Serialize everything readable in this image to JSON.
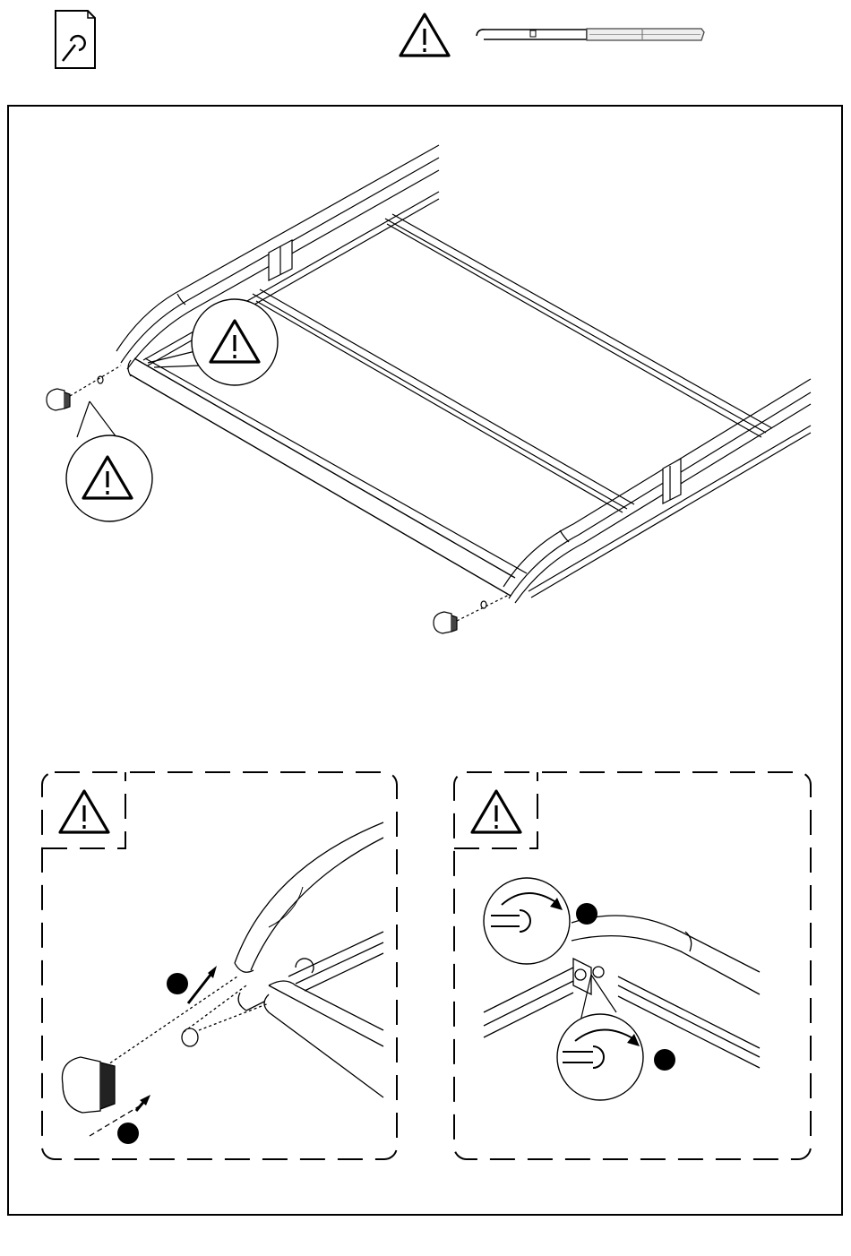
{
  "header": {
    "manual_icon": "wrench-document-icon",
    "warning_icon": "warning-triangle-icon",
    "tool_icon": "long-wrench-tool-icon"
  },
  "main_panel": {
    "assembly": "treadmill-deck-frame",
    "callout_icon": "warning-triangle-icon",
    "parts": [
      "end-cap-left",
      "end-cap-right",
      "front-roller",
      "side-rail-left",
      "side-rail-right",
      "cross-bar"
    ]
  },
  "detail_left": {
    "corner_icon": "warning-triangle-icon",
    "steps": [
      "step-1",
      "step-2"
    ]
  },
  "detail_right": {
    "corner_icon": "warning-triangle-icon",
    "rotation_icons": [
      "clockwise-wrench-icon",
      "clockwise-wrench-icon"
    ],
    "steps": [
      "step-1",
      "step-2"
    ]
  },
  "colors": {
    "line": "#000000",
    "background": "#ffffff",
    "shading": "#d9d9d9"
  }
}
